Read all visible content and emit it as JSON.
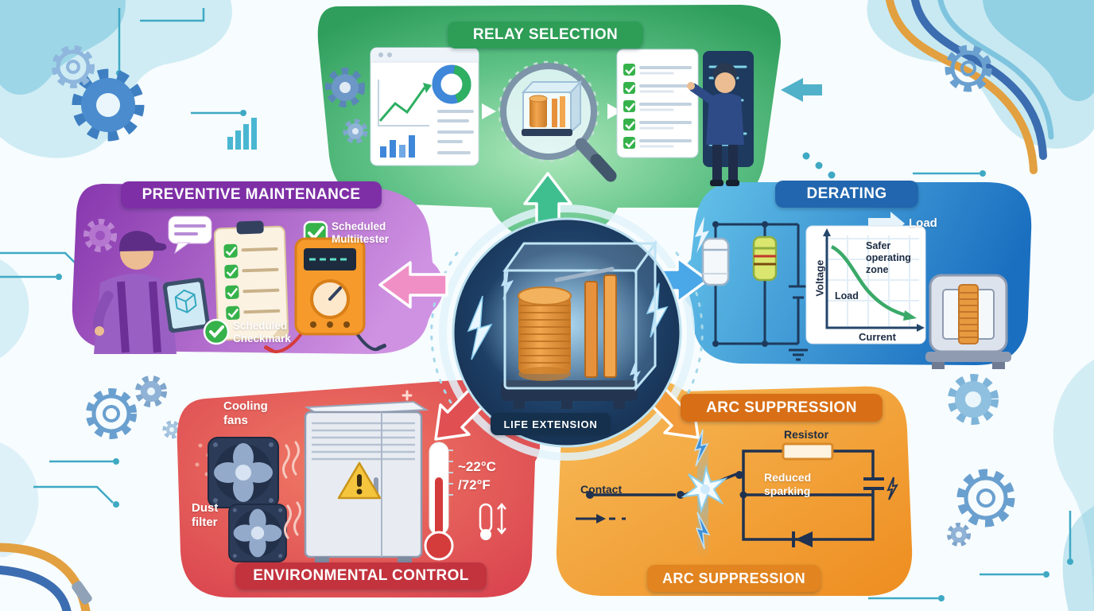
{
  "center": {
    "badge": "LIFE EXTENSION"
  },
  "sections": {
    "relay_selection": {
      "title": "RELAY SELECTION",
      "accent": "#2e9e57"
    },
    "preventive_maintenance": {
      "title": "PREVENTIVE MAINTENANCE",
      "accent": "#7e2fa6",
      "labels": {
        "multitester": "Scheduled Multiitester",
        "checkmark": "Scheduled Checkmark"
      }
    },
    "derating": {
      "title": "DERATING",
      "accent": "#2166ae",
      "labels": {
        "load_arrow": "Load",
        "voltage_axis": "Voltage",
        "current_axis": "Current",
        "safer_zone": "Safer operating zone",
        "curve_load": "Load"
      }
    },
    "environmental_control": {
      "title": "ENVIRONMENTAL CONTROL",
      "accent": "#c2333e",
      "labels": {
        "cooling_fans": "Cooling fans",
        "dust_filter": "Dust filter",
        "temperature": "~22°C /72°F"
      }
    },
    "arc_suppression": {
      "title_top": "ARC SUPPRESSION",
      "title_bottom": "ARC SUPPRESSION",
      "accent": "#d86f16",
      "labels": {
        "resistor": "Resistor",
        "contact": "Contact",
        "reduced_sparking": "Reduced sparking"
      }
    }
  },
  "icons": {
    "gear-icon": "⚙",
    "magnifier-icon": "🔍",
    "checkmark-icon": "✓",
    "lightning-icon": "⚡",
    "warning-icon": "⚠",
    "thermometer-icon": "🌡",
    "chat-bubble-icon": "💬",
    "fan-icon": "✢",
    "flow-arrow-icon": "➜"
  },
  "colors": {
    "relay_selection_green": "#2e9e57",
    "preventive_purple": "#7e2fa6",
    "derating_blue": "#2166ae",
    "environmental_red": "#c2333e",
    "arc_orange": "#d86f16",
    "center_navy": "#14304c",
    "accent_teal": "#3fa9c4"
  }
}
